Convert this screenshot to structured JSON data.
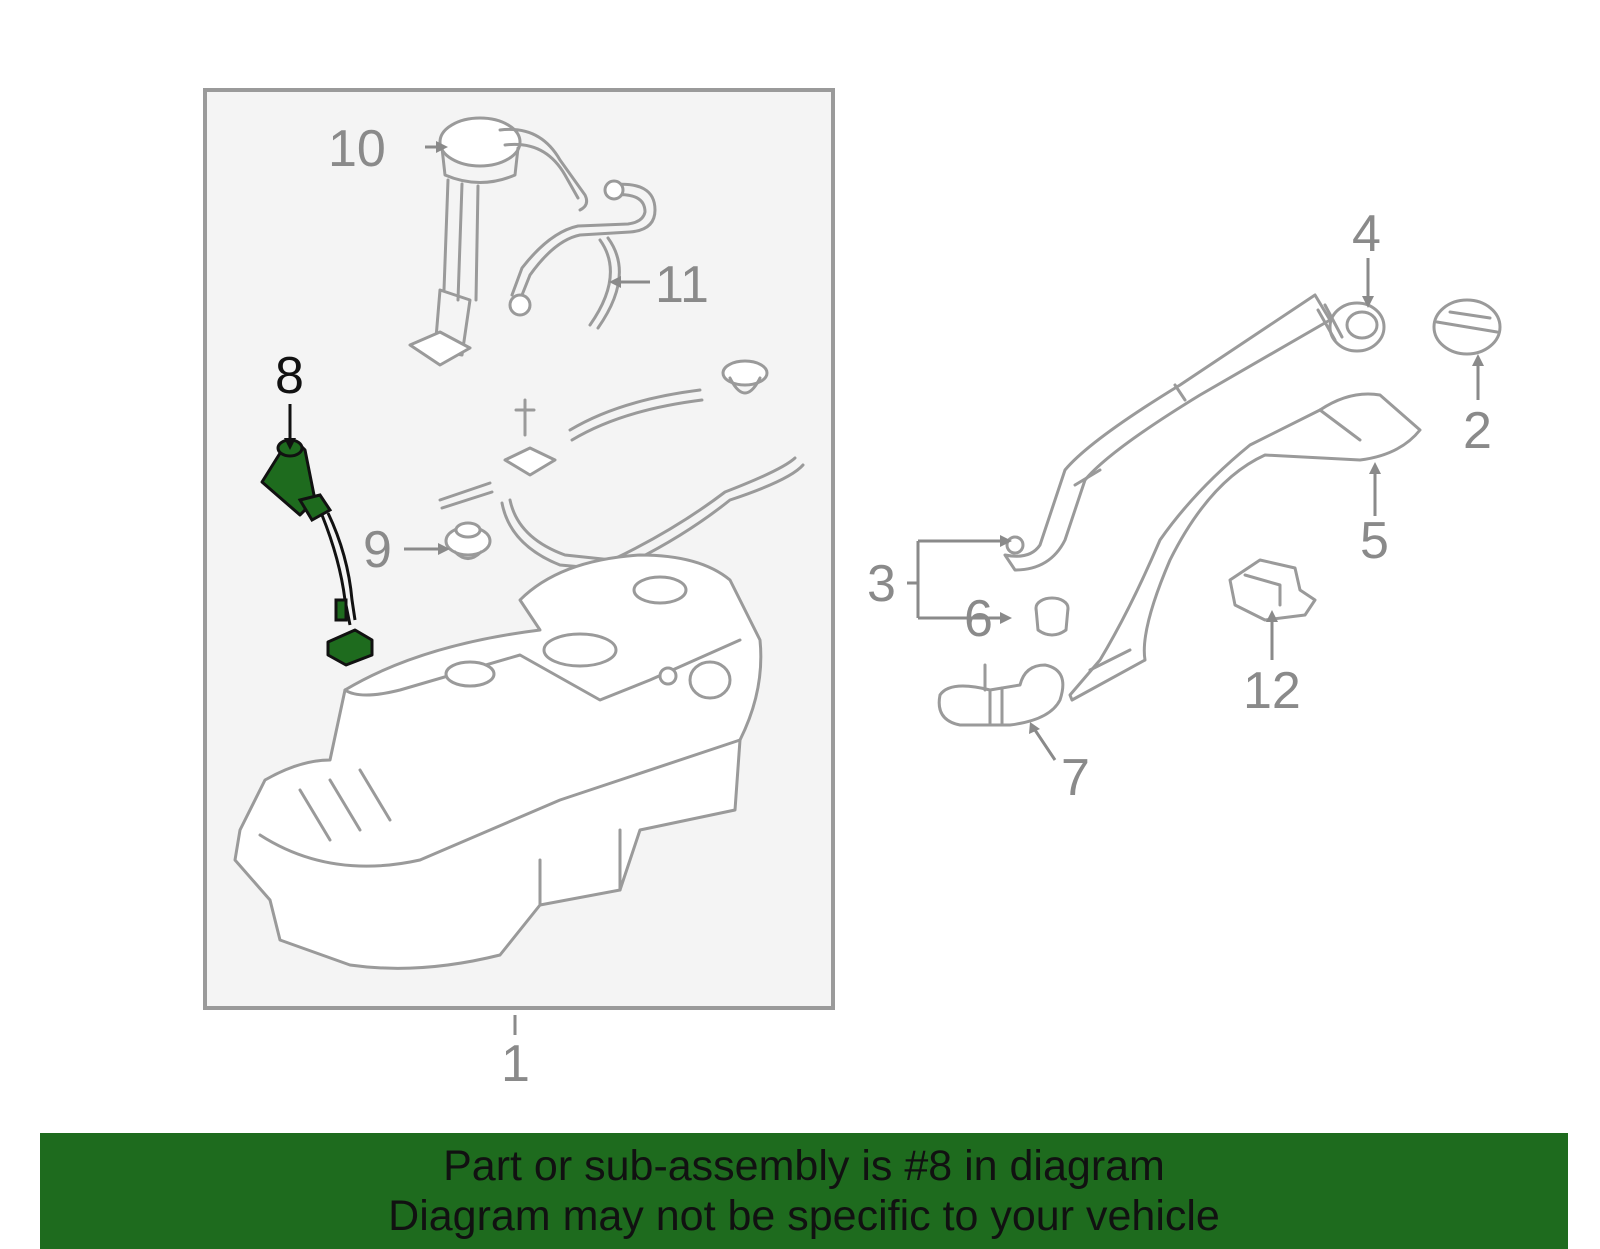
{
  "diagram": {
    "callouts": [
      {
        "id": "1",
        "label": "1"
      },
      {
        "id": "2",
        "label": "2"
      },
      {
        "id": "3",
        "label": "3"
      },
      {
        "id": "4",
        "label": "4"
      },
      {
        "id": "5",
        "label": "5"
      },
      {
        "id": "6",
        "label": "6"
      },
      {
        "id": "7",
        "label": "7"
      },
      {
        "id": "8",
        "label": "8",
        "highlighted": true
      },
      {
        "id": "9",
        "label": "9"
      },
      {
        "id": "10",
        "label": "10"
      },
      {
        "id": "11",
        "label": "11"
      },
      {
        "id": "12",
        "label": "12"
      }
    ],
    "highlight_color": "#1e6b1e",
    "part_outline_color": "#9a9a9a",
    "box_fill_color": "#f4f4f4"
  },
  "banner": {
    "line1": "Part or sub-assembly is #8 in diagram",
    "line2": "Diagram may not be specific to your vehicle",
    "background_color": "#1e6b1e"
  }
}
